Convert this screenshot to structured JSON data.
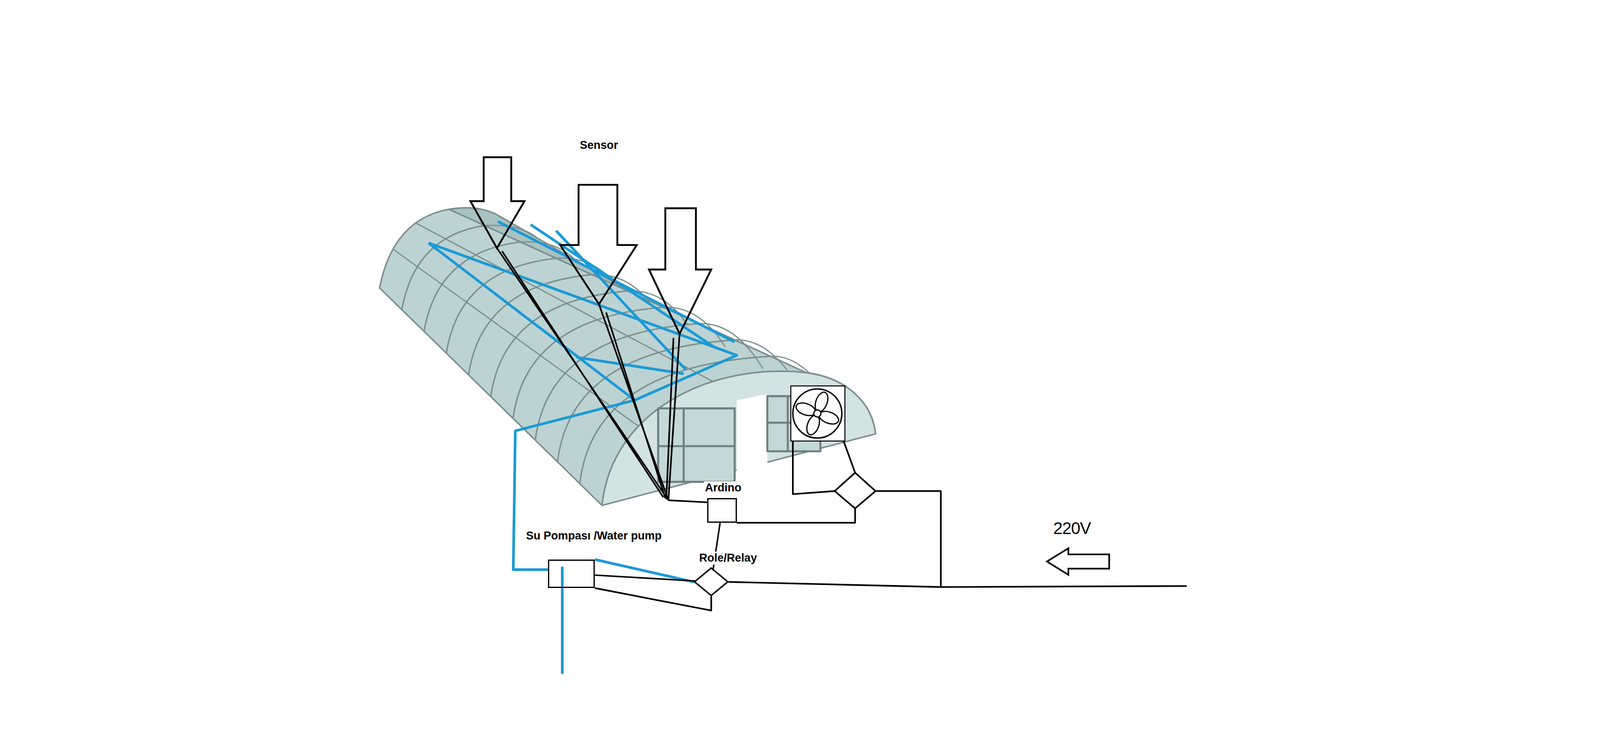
{
  "diagram": {
    "nodes": [
      {
        "text": [
          "Ardino"
        ]
      },
      {
        "text": [
          "Su Pompası /Water pump"
        ]
      },
      {
        "text": [
          "Role/Relay"
        ]
      }
    ],
    "edges": [
      {
        "from": 0,
        "to": 2,
        "arrow": "none"
      },
      {
        "from": 2,
        "to": 1,
        "arrow": "none"
      }
    ],
    "labels": [
      "Sensor",
      "220V"
    ]
  }
}
